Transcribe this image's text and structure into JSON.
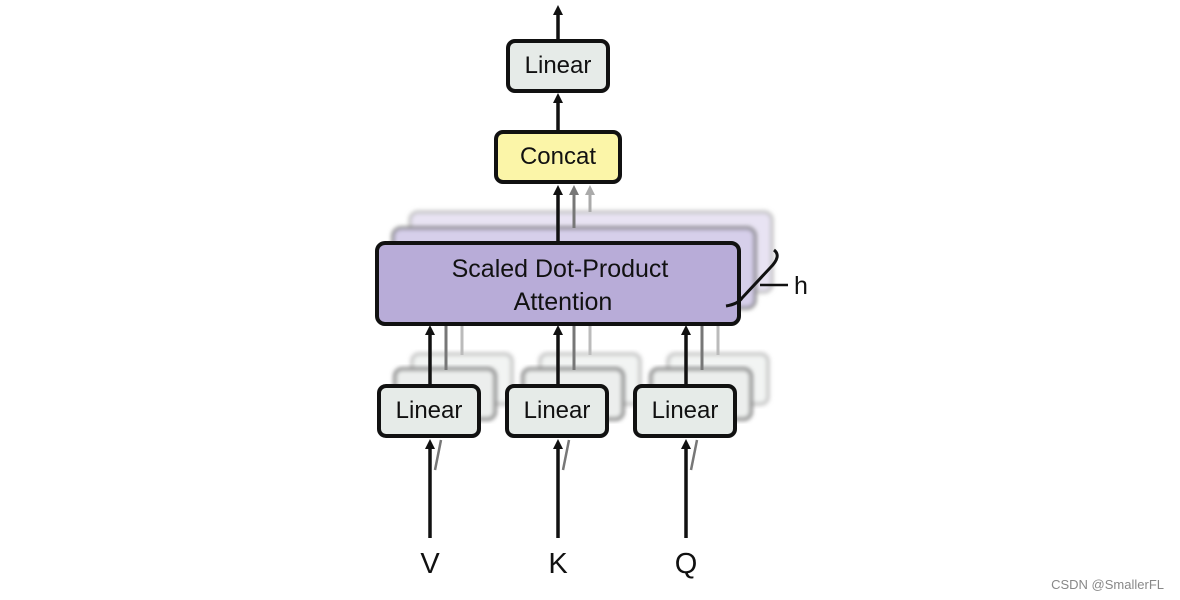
{
  "diagram": {
    "top_linear": "Linear",
    "concat": "Concat",
    "attention_line1": "Scaled Dot-Product",
    "attention_line2": "Attention",
    "heads_label": "h",
    "linear_v": "Linear",
    "linear_k": "Linear",
    "linear_q": "Linear",
    "input_v": "V",
    "input_k": "K",
    "input_q": "Q"
  },
  "watermark": "CSDN @SmallerFL",
  "colors": {
    "linear_fill": "#e6ebe8",
    "concat_fill": "#fbf5a8",
    "attention_fill": "#b8acd8",
    "stroke": "#111111"
  }
}
